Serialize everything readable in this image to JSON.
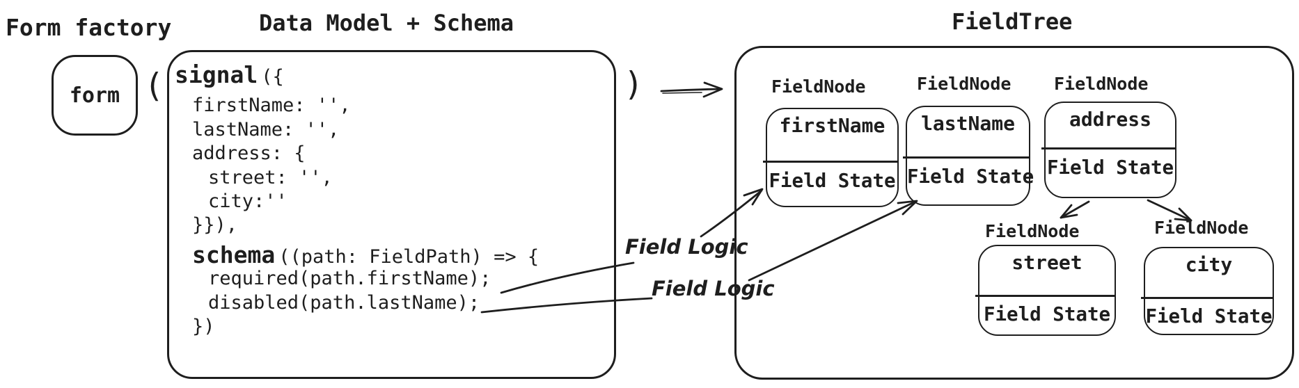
{
  "labels": {
    "form_factory": "Form factory",
    "data_model_schema": "Data Model + Schema",
    "field_tree": "FieldTree",
    "form": "form",
    "open_paren": "(",
    "close_paren": ")",
    "field_logic_1": "Field Logic",
    "field_logic_2": "Field Logic"
  },
  "code": {
    "lines": [
      {
        "kw": "signal",
        "rest": "({"
      },
      {
        "kw": "",
        "rest": "firstName: '',"
      },
      {
        "kw": "",
        "rest": "lastName: '',"
      },
      {
        "kw": "",
        "rest": "address: {"
      },
      {
        "kw": "",
        "rest": "street: '',"
      },
      {
        "kw": "",
        "rest": "city:''"
      },
      {
        "kw": "",
        "rest": "}}),"
      },
      {
        "kw": "schema",
        "rest": "((path: FieldPath) => {"
      },
      {
        "kw": "",
        "rest": "required(path.firstName);"
      },
      {
        "kw": "",
        "rest": "disabled(path.lastName);"
      },
      {
        "kw": "",
        "rest": "})"
      }
    ]
  },
  "tree": {
    "nodes": [
      {
        "type_label": "FieldNode",
        "title": "firstName",
        "state": "Field State"
      },
      {
        "type_label": "FieldNode",
        "title": "lastName",
        "state": "Field State"
      },
      {
        "type_label": "FieldNode",
        "title": "address",
        "state": "Field State"
      },
      {
        "type_label": "FieldNode",
        "title": "street",
        "state": "Field State"
      },
      {
        "type_label": "FieldNode",
        "title": "city",
        "state": "Field State"
      }
    ]
  },
  "colors": {
    "ink": "#1e1e1e",
    "background": "#ffffff"
  }
}
